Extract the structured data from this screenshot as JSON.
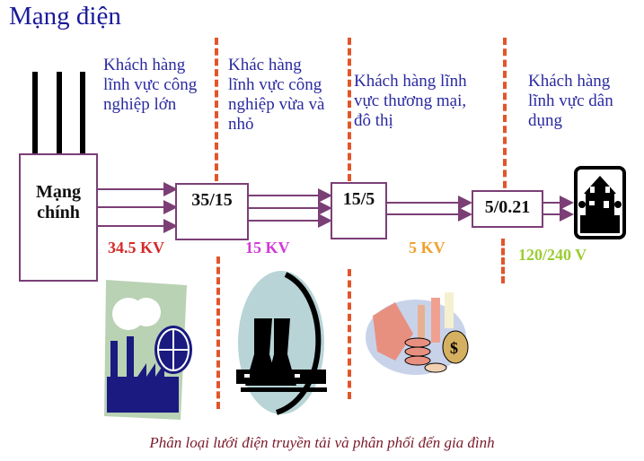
{
  "title": "Mạng điện",
  "segments": [
    {
      "label_lines": [
        "Khách hàng",
        "lĩnh vực công",
        "nghiệp lớn"
      ]
    },
    {
      "label_lines": [
        "Khác hàng",
        "lĩnh vực công",
        "nghiệp vừa và",
        "nhỏ"
      ]
    },
    {
      "label_lines": [
        "Khách hàng lĩnh",
        "vực thương mại,",
        "đô thị"
      ]
    },
    {
      "label_lines": [
        "Khách hàng",
        "lĩnh vực dân",
        "dụng"
      ]
    }
  ],
  "nodes": {
    "main_grid": {
      "line1": "Mạng",
      "line2": "chính"
    },
    "transformer_1": "35/15",
    "transformer_2": "15/5",
    "transformer_3": "5/0.21"
  },
  "voltages": [
    {
      "label": "34.5 KV",
      "color": "#d42a2a"
    },
    {
      "label": "15 KV",
      "color": "#d13ad6"
    },
    {
      "label": "5 KV",
      "color": "#f0a030"
    },
    {
      "label": "120/240 V",
      "color": "#9acd32"
    }
  ],
  "icons": [
    "factory-globe-icon",
    "power-plant-icon",
    "commerce-money-icon",
    "house-icon"
  ],
  "colors": {
    "line": "#7b3f76",
    "divider": "#e2552a",
    "text": "#2a2aa0"
  },
  "caption": "Phân loại lưới điện truyền tải và phân phối đến gia đình"
}
